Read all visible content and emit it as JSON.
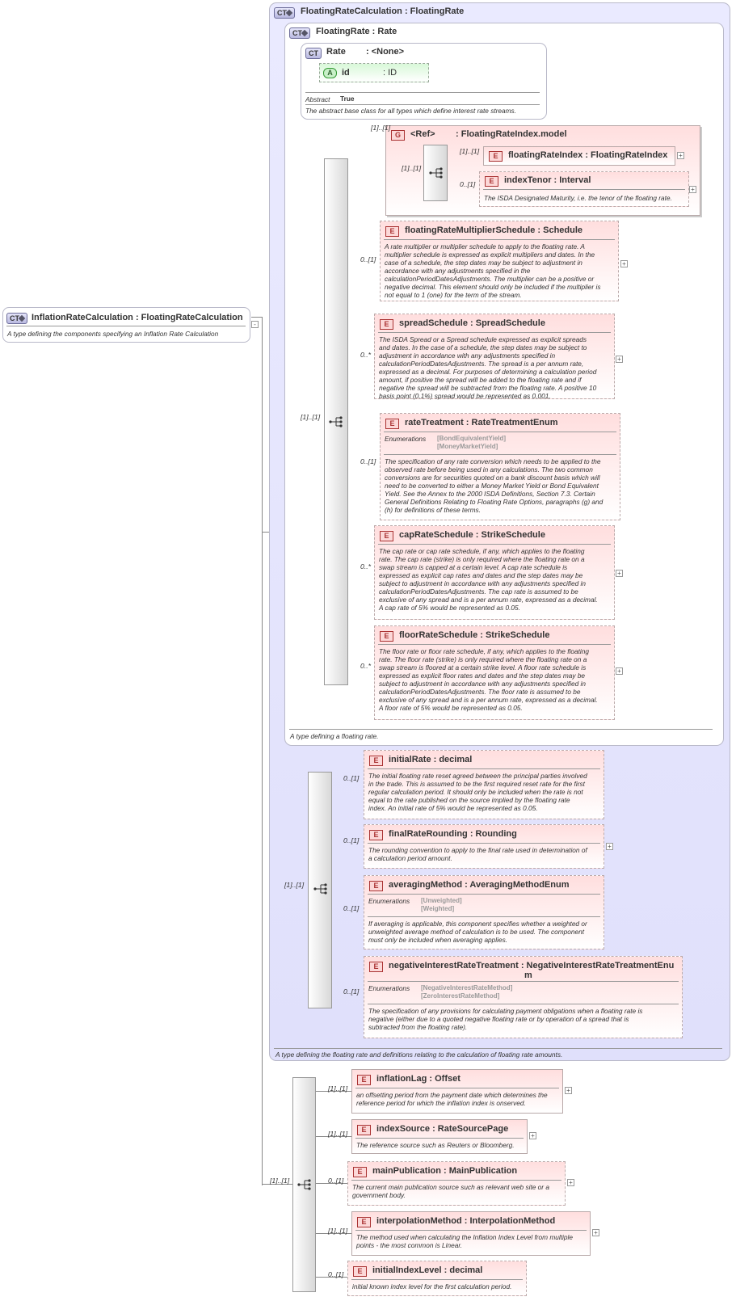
{
  "root": {
    "badge": "CT",
    "title": "InflationRateCalculation : FloatingRateCalculation",
    "doc": "A type defining the components specifying an Inflation Rate Calculation"
  },
  "frc": {
    "badge": "CT",
    "title": "FloatingRateCalculation : FloatingRate",
    "doc": "A type defining the floating rate and definitions relating to the calculation of floating rate amounts."
  },
  "fr": {
    "badge": "CT",
    "title": "FloatingRate : Rate",
    "doc": "A type defining a floating rate."
  },
  "rate": {
    "badge": "CT",
    "title_name": "Rate",
    "title_type": ": <None>",
    "attr_badge": "A",
    "attr_name": "id",
    "attr_type": ": ID",
    "abstract_label": "Abstract",
    "abstract_value": "True",
    "doc": "The abstract base class for all types which define interest rate streams."
  },
  "group": {
    "badge": "G",
    "name": "<Ref>",
    "type": ": FloatingRateIndex.model",
    "card": "[1]..[1]",
    "seq_card": "[1]..[1]"
  },
  "elements": {
    "floatingRateIndex": {
      "badge": "E",
      "name": "floatingRateIndex : FloatingRateIndex",
      "card": "[1]..[1]"
    },
    "indexTenor": {
      "badge": "E",
      "name": "indexTenor : Interval",
      "card": "0..[1]",
      "doc": "The ISDA Designated Maturity, i.e. the tenor of the floating rate."
    },
    "floatingRateMultiplierSchedule": {
      "badge": "E",
      "name": "floatingRateMultiplierSchedule : Schedule",
      "card": "0..[1]",
      "doc": [
        "A rate multiplier or multiplier schedule to apply to the floating rate. A",
        "multiplier schedule is expressed as explicit multipliers and dates. In the",
        "case of a schedule, the step dates may be subject to adjustment in",
        "accordance with any adjustments specified in the",
        "calculationPeriodDatesAdjustments. The multiplier can be a positive or",
        "negative decimal. This element should only be included if the multiplier is",
        "not equal to 1 (one) for the term of the stream."
      ]
    },
    "spreadSchedule": {
      "badge": "E",
      "name": "spreadSchedule : SpreadSchedule",
      "card": "0..*",
      "doc": [
        "The ISDA Spread or a Spread schedule expressed as explicit spreads",
        "and dates. In the case of a schedule, the step dates may be subject to",
        "adjustment in accordance with any adjustments specified in",
        "calculationPeriodDatesAdjustments. The spread is a per annum rate,",
        "expressed as a decimal. For purposes of determining a calculation period",
        "amount, if positive the spread will be added to the floating rate and if",
        "negative the spread will be subtracted from the floating rate. A positive 10",
        "basis point (0.1%) spread would be represented as 0.001."
      ]
    },
    "rateTreatment": {
      "badge": "E",
      "name": "rateTreatment : RateTreatmentEnum",
      "card": "0..[1]",
      "enum_label": "Enumerations",
      "enums": [
        "[BondEquivalentYield]",
        "[MoneyMarketYield]"
      ],
      "doc": [
        "The specification of any rate conversion which needs to be applied to the",
        "observed rate before being used in any calculations. The two common",
        "conversions are for securities quoted on a bank discount basis which will",
        "need to be converted to either a Money Market Yield or Bond Equivalent",
        "Yield. See the Annex to the 2000 ISDA Definitions, Section 7.3. Certain",
        "General Definitions Relating to Floating Rate Options, paragraphs (g) and",
        "(h) for definitions of these terms."
      ]
    },
    "capRateSchedule": {
      "badge": "E",
      "name": "capRateSchedule : StrikeSchedule",
      "card": "0..*",
      "doc": [
        "The cap rate or cap rate schedule, if any, which applies to the floating",
        "rate. The cap rate (strike) is only required where the floating rate on a",
        "swap stream is capped at a certain level. A cap rate schedule is",
        "expressed as explicit cap rates and dates and the step dates may be",
        "subject to adjustment in accordance with any adjustments specified in",
        "calculationPeriodDatesAdjustments. The cap rate is assumed to be",
        "exclusive of any spread and is a per annum rate, expressed as a decimal.",
        "A cap rate of 5% would be represented as 0.05."
      ]
    },
    "floorRateSchedule": {
      "badge": "E",
      "name": "floorRateSchedule : StrikeSchedule",
      "card": "0..*",
      "doc": [
        "The floor rate or floor rate schedule, if any, which applies to the floating",
        "rate. The floor rate (strike) is only required where the floating rate on a",
        "swap stream is floored at a certain strike level. A floor rate schedule is",
        "expressed as explicit floor rates and dates and the step dates may be",
        "subject to adjustment in accordance with any adjustments specified in",
        "calculationPeriodDatesAdjustments. The floor rate is assumed to be",
        "exclusive of any spread and is a per annum rate, expressed as a decimal.",
        "A floor rate of 5% would be represented as 0.05."
      ]
    },
    "initialRate": {
      "badge": "E",
      "name": "initialRate : decimal",
      "card": "0..[1]",
      "doc": [
        "The initial floating rate reset agreed between the principal parties involved",
        "in the trade. This is assumed to be the first required reset rate for the first",
        "regular calculation period. It should only be included when the rate is not",
        "equal to the rate published on the source implied by the floating rate",
        "index. An initial rate of 5% would be represented as 0.05."
      ]
    },
    "finalRateRounding": {
      "badge": "E",
      "name": "finalRateRounding : Rounding",
      "card": "0..[1]",
      "doc": [
        "The rounding convention to apply to the final rate used in determination of",
        "a calculation period amount."
      ]
    },
    "averagingMethod": {
      "badge": "E",
      "name": "averagingMethod : AveragingMethodEnum",
      "card": "0..[1]",
      "enum_label": "Enumerations",
      "enums": [
        "[Unweighted]",
        "[Weighted]"
      ],
      "doc": [
        "If averaging is applicable, this component specifies whether a weighted or",
        "unweighted average method of calculation is to be used. The component",
        "must only be included when averaging applies."
      ]
    },
    "negativeInterestRateTreatment": {
      "badge": "E",
      "name": "negativeInterestRateTreatment : NegativeInterestRateTreatmentEnu",
      "name2": "m",
      "card": "0..[1]",
      "enum_label": "Enumerations",
      "enums": [
        "[NegativeInterestRateMethod]",
        "[ZeroInterestRateMethod]"
      ],
      "doc": [
        "The specification of any provisions for calculating payment obligations when a floating rate is",
        "negative (either due to a quoted negative floating rate or by operation of a spread that is",
        "subtracted from the floating rate)."
      ]
    },
    "inflationLag": {
      "badge": "E",
      "name": "inflationLag : Offset",
      "card": "[1]..[1]",
      "doc": [
        "an offsetting period from the payment date which determines the",
        "reference period for which the inflation index is onserved."
      ]
    },
    "indexSource": {
      "badge": "E",
      "name": "indexSource : RateSourcePage",
      "card": "[1]..[1]",
      "doc": [
        "The reference source such as Reuters or Bloomberg."
      ]
    },
    "mainPublication": {
      "badge": "E",
      "name": "mainPublication : MainPublication",
      "card": "0..[1]",
      "doc": [
        "The current main publication source such as relevant web site or a",
        "government body."
      ]
    },
    "interpolationMethod": {
      "badge": "E",
      "name": "interpolationMethod : InterpolationMethod",
      "card": "[1]..[1]",
      "doc": [
        "The method used when calculating the Inflation Index Level from multiple",
        "points - the most common is Linear."
      ]
    },
    "initialIndexLevel": {
      "badge": "E",
      "name": "initialIndexLevel : decimal",
      "card": "0..[1]",
      "doc": [
        "initial known index level for the first calculation period."
      ]
    }
  },
  "seq_cards": {
    "fr_seq": "[1]..[1]",
    "frc_seq": "[1]..[1]",
    "root_seq": "[1]..[1]"
  },
  "plus_glyph": "+",
  "minus_glyph": "-"
}
